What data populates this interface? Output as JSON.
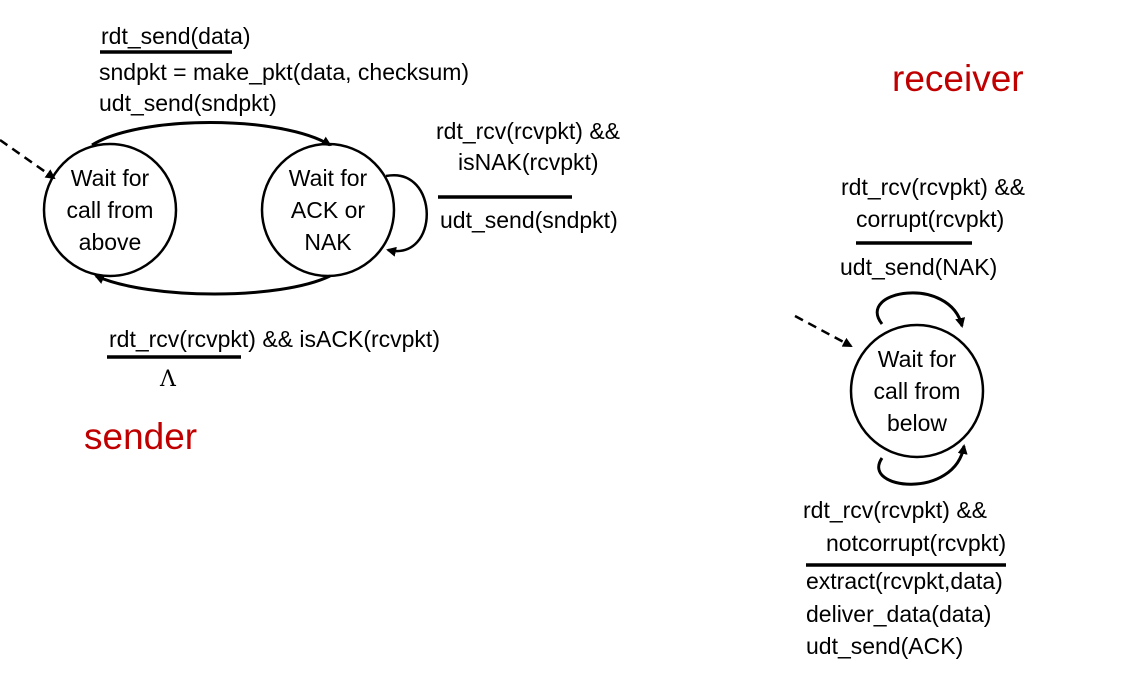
{
  "labels": {
    "sender": "sender",
    "receiver": "receiver"
  },
  "colors": {
    "role_label": "#c00000",
    "stroke": "#000000"
  },
  "sender": {
    "states": {
      "wait_call_above": [
        "Wait for",
        "call from",
        "above"
      ],
      "wait_ack_nak": [
        "Wait for",
        "ACK or",
        "NAK"
      ]
    },
    "transition_send": {
      "event": "rdt_send(data)",
      "actions": [
        "sndpkt = make_pkt(data, checksum)",
        "udt_send(sndpkt)"
      ]
    },
    "transition_nak": {
      "event": [
        "rdt_rcv(rcvpkt) &&",
        "isNAK(rcvpkt)"
      ],
      "action": "udt_send(sndpkt)"
    },
    "transition_ack": {
      "event": "rdt_rcv(rcvpkt) && isACK(rcvpkt)",
      "action": "Λ"
    }
  },
  "receiver": {
    "states": {
      "wait_call_below": [
        "Wait for",
        "call from",
        "below"
      ]
    },
    "transition_corrupt": {
      "event": [
        "rdt_rcv(rcvpkt) &&",
        "corrupt(rcvpkt)"
      ],
      "action": "udt_send(NAK)"
    },
    "transition_notcorrupt": {
      "event": [
        "rdt_rcv(rcvpkt) &&",
        "notcorrupt(rcvpkt)"
      ],
      "actions": [
        "extract(rcvpkt,data)",
        "deliver_data(data)",
        "udt_send(ACK)"
      ]
    }
  }
}
